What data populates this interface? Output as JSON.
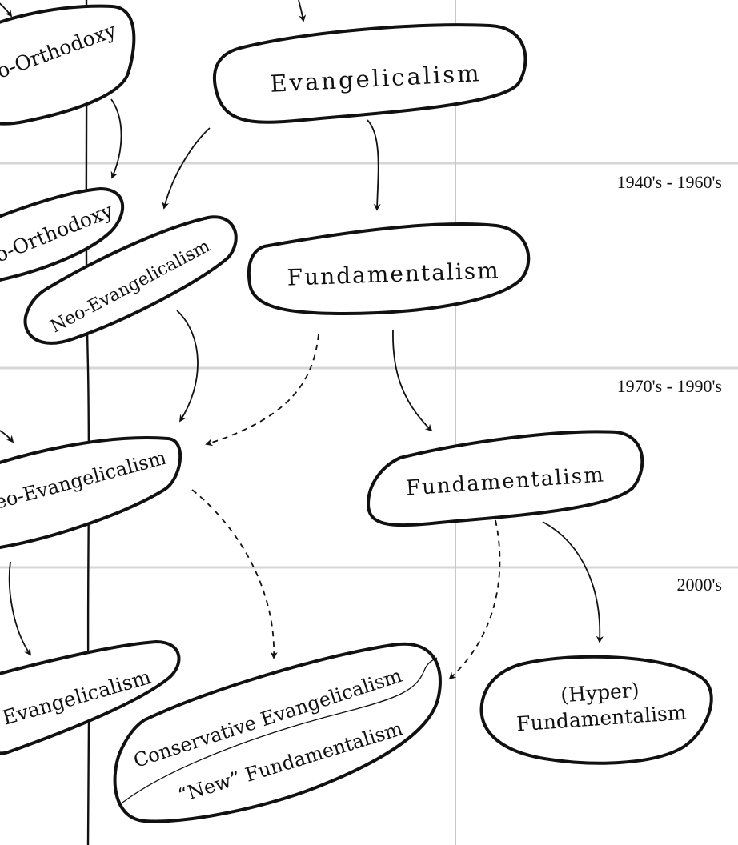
{
  "periods": {
    "p1940": "1940's - 1960's",
    "p1970": "1970's - 1990's",
    "p2000": "2000's"
  },
  "nodes": {
    "neo_orthodoxy_top": "o-Orthodoxy",
    "evangelicalism": "Evangelicalism",
    "neo_orthodoxy_mid": "o-Orthodoxy",
    "neo_evangelicalism_mid": "Neo-Evangelicalism",
    "fundamentalism_mid": "Fundamentalism",
    "neo_evangelicalism_lower": "eo-Evangelicalism",
    "fundamentalism_lower": "Fundamentalism",
    "evangelicalism_bottom": "Evangelicalism",
    "conservative_evangelicalism": "Conservative Evangelicalism",
    "new_fundamentalism": "“New” Fundamentalism",
    "hyper_fundamentalism_line1": "(Hyper)",
    "hyper_fundamentalism_line2": "Fundamentalism"
  },
  "colors": {
    "ink": "#111111",
    "band": "#d6d6d6",
    "background": "#ffffff"
  }
}
